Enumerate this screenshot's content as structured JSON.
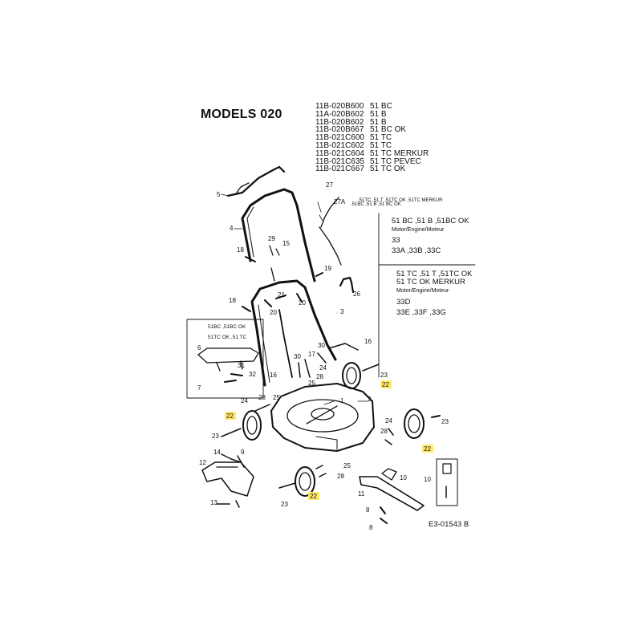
{
  "title": "MODELS 020",
  "models": [
    {
      "code": "11B-020B600",
      "name": "51 BC"
    },
    {
      "code": "11A-020B602",
      "name": "51 B"
    },
    {
      "code": "11B-020B602",
      "name": "51 B"
    },
    {
      "code": "11B-020B667",
      "name": "51 BC OK"
    },
    {
      "code": "11B-021C600",
      "name": "51 TC"
    },
    {
      "code": "11B-021C602",
      "name": "51 TC"
    },
    {
      "code": "11B-021C604",
      "name": "51 TC MERKUR"
    },
    {
      "code": "11B-021C635",
      "name": "51 TC PEVEC"
    },
    {
      "code": "11B-021C667",
      "name": "51 TC OK"
    }
  ],
  "notes": {
    "n27": ".51BC ,51 B ,51 BC OK",
    "n27a": ".51TC ,51 T ,51TC OK ,51TC MERKUR"
  },
  "engine_panel_a": {
    "models": "51 BC ,51 B ,51BC OK",
    "label": "Motor/Engine/Moteur",
    "part": "33",
    "variants": "33A ,33B ,33C"
  },
  "engine_panel_b": {
    "models": "51 TC ,51 T ,51TC OK",
    "models2": "51 TC OK MERKUR",
    "label": "Motor/Engine/Moteur",
    "part": "33D",
    "variants": "33E ,33F ,33G"
  },
  "inset": {
    "line1": "51BC ,51BC OK",
    "line2": "51TC OK ,51 TC"
  },
  "callouts": {
    "c5": "5",
    "c4": "4",
    "c27": "27",
    "c27a": "27A",
    "c29": "29",
    "c15": "15",
    "c18a": "18",
    "c19": "19",
    "c26": "26",
    "c21": "21",
    "c20a": "20",
    "c20b": "20",
    "c18b": "18",
    "c3": "3",
    "c6": "6",
    "c31": "31",
    "c32": "32",
    "c7": "7",
    "c30": "30",
    "c17": "17",
    "c24a": "24",
    "c16a": "16",
    "c16b": "16",
    "c28a": "28",
    "c25a": "25",
    "c23a": "23",
    "c22a": "22",
    "c24b": "24",
    "c28b": "28",
    "c25b": "25",
    "c2": "2",
    "c1": "1",
    "c22b": "22",
    "c23b": "23",
    "c14": "14",
    "c9": "9",
    "c12": "12",
    "c13": "13",
    "c24c": "24",
    "c28c": "28",
    "c23c": "23",
    "c22c": "22",
    "c28d": "28",
    "c25c": "25",
    "c23d": "23",
    "c22d": "22",
    "c10a": "10",
    "c11": "11",
    "c8a": "8",
    "c8b": "8",
    "c10b": "10"
  },
  "doc_id": "E3-01543 B",
  "highlight_color": "#ffe96b"
}
